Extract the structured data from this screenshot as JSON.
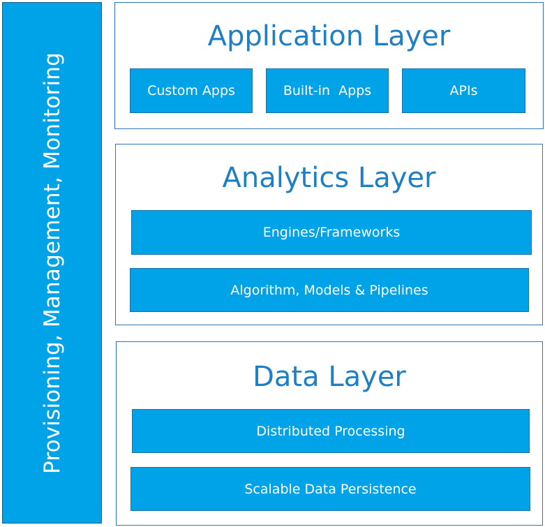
{
  "sidebar": {
    "label": "Provisioning, Management, Monitoring"
  },
  "layers": {
    "application": {
      "title": "Application Layer",
      "items": [
        "Custom Apps",
        "Built-in  Apps",
        "APIs"
      ]
    },
    "analytics": {
      "title": "Analytics Layer",
      "items": [
        "Engines/Frameworks",
        "Algorithm, Models & Pipelines"
      ]
    },
    "data": {
      "title": "Data Layer",
      "items": [
        "Distributed Processing",
        "Scalable Data Persistence"
      ]
    }
  },
  "colors": {
    "box_fill": "#00a2e8",
    "title_text": "#1f7fc4",
    "layer_border": "#2e75b6"
  }
}
